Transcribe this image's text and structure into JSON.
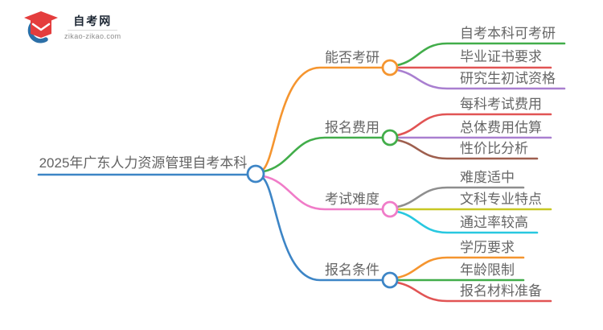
{
  "logo": {
    "title": "自考网",
    "domain": "zikao-zikao.com",
    "cap_color": "#e43d3d",
    "swoosh_color": "#2c6fa7"
  },
  "root": {
    "label": "2025年广东人力资源管理自考本科",
    "color": "#3d85c6"
  },
  "text_color": "#666666",
  "branches": [
    {
      "label": "能否考研",
      "color": "#f5952f",
      "children": [
        {
          "label": "自考本科可考研",
          "color": "#42ad4a"
        },
        {
          "label": "毕业证书要求",
          "color": "#e15454"
        },
        {
          "label": "研究生初试资格",
          "color": "#a97fd0"
        }
      ]
    },
    {
      "label": "报名费用",
      "color": "#42ad4a",
      "children": [
        {
          "label": "每科考试费用",
          "color": "#e15454"
        },
        {
          "label": "总体费用估算",
          "color": "#a97fd0"
        },
        {
          "label": "性价比分析",
          "color": "#9e5f4e"
        }
      ]
    },
    {
      "label": "考试难度",
      "color": "#f07cc8",
      "children": [
        {
          "label": "难度适中",
          "color": "#8e8e8e"
        },
        {
          "label": "文科专业特点",
          "color": "#c8c824"
        },
        {
          "label": "通过率较高",
          "color": "#28c8e0"
        }
      ]
    },
    {
      "label": "报名条件",
      "color": "#3d85c6",
      "children": [
        {
          "label": "学历要求",
          "color": "#f5952f"
        },
        {
          "label": "年龄限制",
          "color": "#42ad4a"
        },
        {
          "label": "报名材料准备",
          "color": "#e15454"
        }
      ]
    }
  ]
}
